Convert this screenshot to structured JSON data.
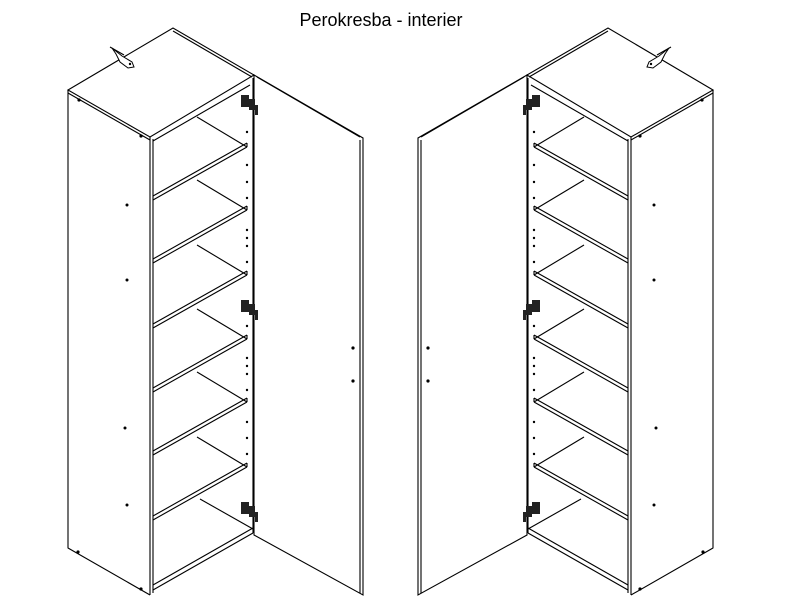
{
  "title": "Perokresba - interier",
  "views": [
    {
      "name": "left-view",
      "door_side": "right"
    },
    {
      "name": "right-view",
      "door_side": "left"
    }
  ],
  "shelf_count": 6,
  "hinge_count": 3,
  "line_color": "#000000",
  "background": "#ffffff"
}
